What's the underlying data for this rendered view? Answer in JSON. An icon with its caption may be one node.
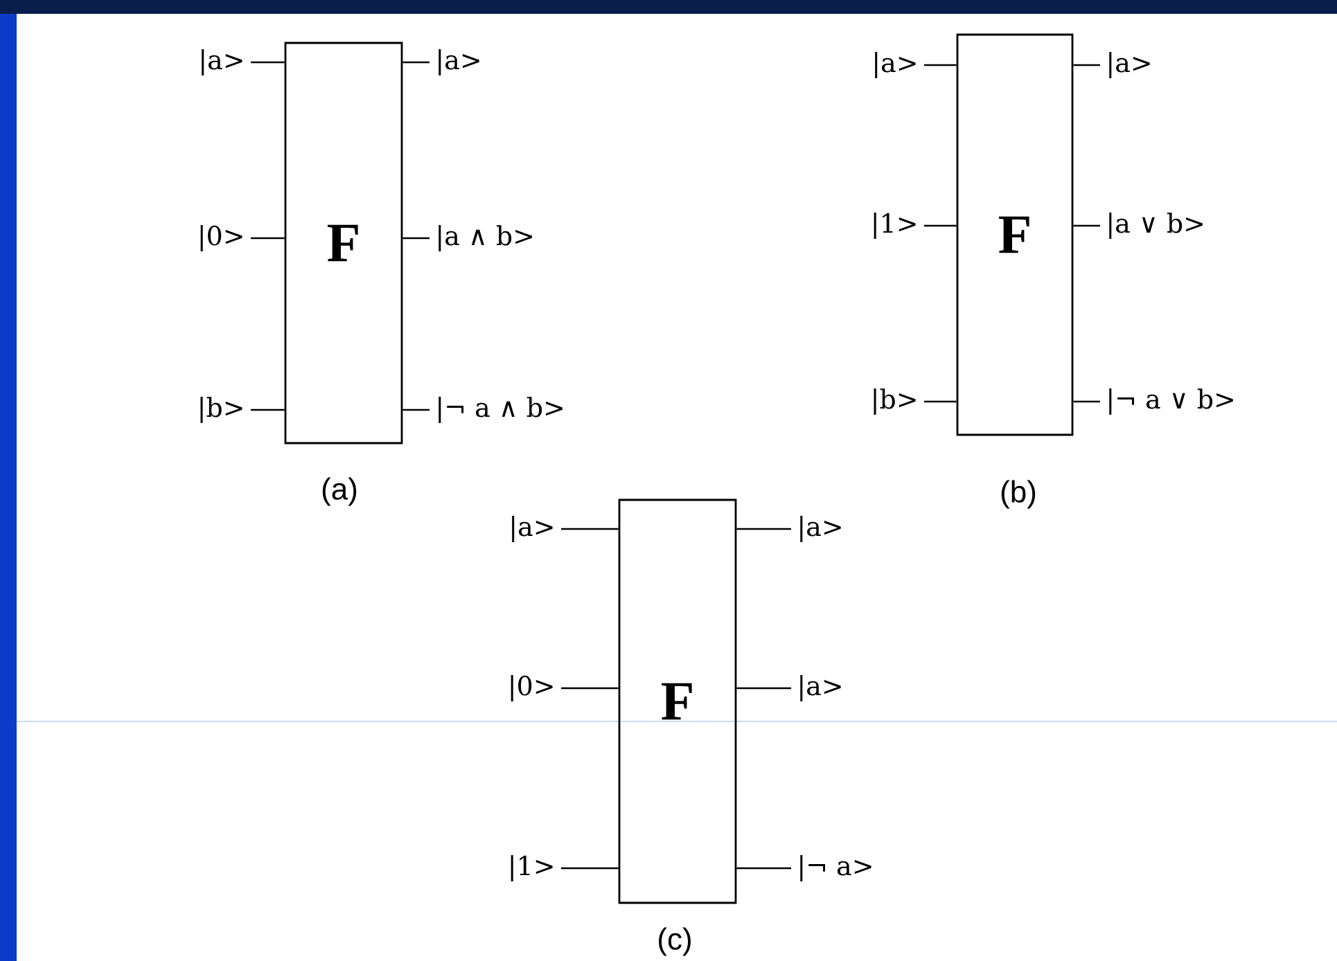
{
  "diagram": {
    "nodes": [
      {
        "text": [
          "F"
        ],
        "beside": [
          "(a)"
        ]
      },
      {
        "text": [
          "|a>"
        ]
      },
      {
        "text": [
          "|0>"
        ]
      },
      {
        "text": [
          "|b>"
        ]
      },
      {
        "text": [
          "|a>"
        ]
      },
      {
        "text": [
          "|a ∧ b>"
        ]
      },
      {
        "text": [
          "|¬ a ∧ b>"
        ]
      },
      {
        "text": [
          "F"
        ],
        "beside": [
          "(b)"
        ]
      },
      {
        "text": [
          "|a>"
        ]
      },
      {
        "text": [
          "|1>"
        ]
      },
      {
        "text": [
          "|b>"
        ]
      },
      {
        "text": [
          "|a>"
        ]
      },
      {
        "text": [
          "|a ∨ b>"
        ]
      },
      {
        "text": [
          "|¬ a ∨ b>"
        ]
      },
      {
        "text": [
          "F"
        ],
        "beside": [
          "(c)"
        ]
      },
      {
        "text": [
          "|a>"
        ]
      },
      {
        "text": [
          "|0>"
        ]
      },
      {
        "text": [
          "|1>"
        ]
      },
      {
        "text": [
          "|a>"
        ]
      },
      {
        "text": [
          "|a>"
        ]
      },
      {
        "text": [
          "|¬ a>"
        ]
      }
    ],
    "edges": [
      {
        "from": 1,
        "to": 0,
        "arrow": "none"
      },
      {
        "from": 2,
        "to": 0,
        "arrow": "none"
      },
      {
        "from": 3,
        "to": 0,
        "arrow": "none"
      },
      {
        "from": 0,
        "to": 4,
        "arrow": "none"
      },
      {
        "from": 0,
        "to": 5,
        "arrow": "none"
      },
      {
        "from": 0,
        "to": 6,
        "arrow": "none"
      },
      {
        "from": 8,
        "to": 7,
        "arrow": "none"
      },
      {
        "from": 9,
        "to": 7,
        "arrow": "none"
      },
      {
        "from": 10,
        "to": 7,
        "arrow": "none"
      },
      {
        "from": 7,
        "to": 11,
        "arrow": "none"
      },
      {
        "from": 7,
        "to": 12,
        "arrow": "none"
      },
      {
        "from": 7,
        "to": 13,
        "arrow": "none"
      },
      {
        "from": 15,
        "to": 14,
        "arrow": "none"
      },
      {
        "from": 16,
        "to": 14,
        "arrow": "none"
      },
      {
        "from": 17,
        "to": 14,
        "arrow": "none"
      },
      {
        "from": 14,
        "to": 18,
        "arrow": "none"
      },
      {
        "from": 14,
        "to": 19,
        "arrow": "none"
      },
      {
        "from": 14,
        "to": 20,
        "arrow": "none"
      }
    ]
  }
}
